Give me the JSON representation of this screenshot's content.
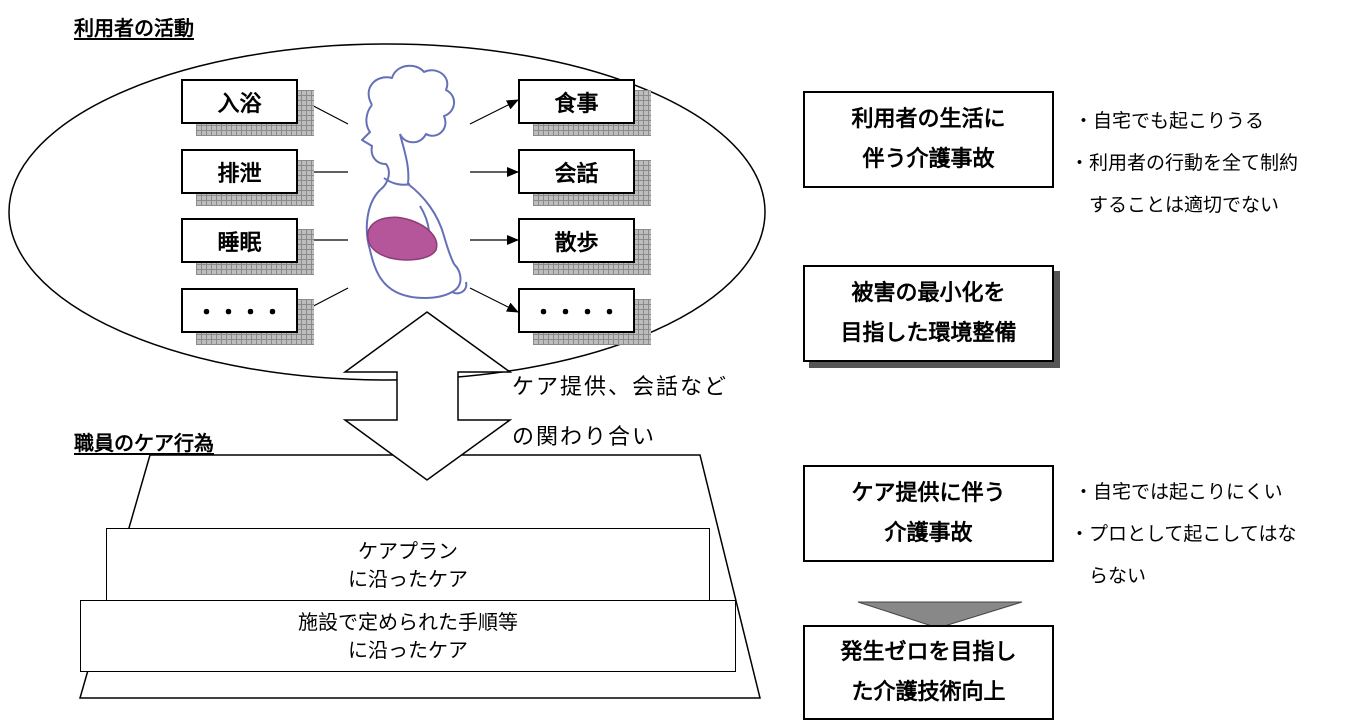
{
  "user_activity": {
    "heading": "利用者の活動",
    "left_items": [
      "入浴",
      "排泄",
      "睡眠",
      "・・・・"
    ],
    "right_items": [
      "食事",
      "会話",
      "散歩",
      "・・・・"
    ]
  },
  "staff_care": {
    "heading": "職員のケア行為",
    "interaction_label_line1": "ケア提供、会話など",
    "interaction_label_line2": "の関わり合い",
    "care_plan_line1": "ケアプラン",
    "care_plan_line2": "に沿ったケア",
    "procedure_line1": "施設で定められた手順等",
    "procedure_line2": "に沿ったケア"
  },
  "flow_top": {
    "box1_line1": "利用者の生活に",
    "box1_line2": "伴う介護事故",
    "box2_line1": "被害の最小化を",
    "box2_line2": "目指した環境整備",
    "notes": [
      "・自宅でも起こりうる",
      "・利用者の行動を全て制約",
      "　することは適切でない"
    ]
  },
  "flow_bottom": {
    "box1_line1": "ケア提供に伴う",
    "box1_line2": "介護事故",
    "box2_line1": "発生ゼロを目指し",
    "box2_line2": "た介護技術向上",
    "notes": [
      "・自宅では起こりにくい",
      "・プロとして起こしてはな",
      "　らない"
    ]
  }
}
